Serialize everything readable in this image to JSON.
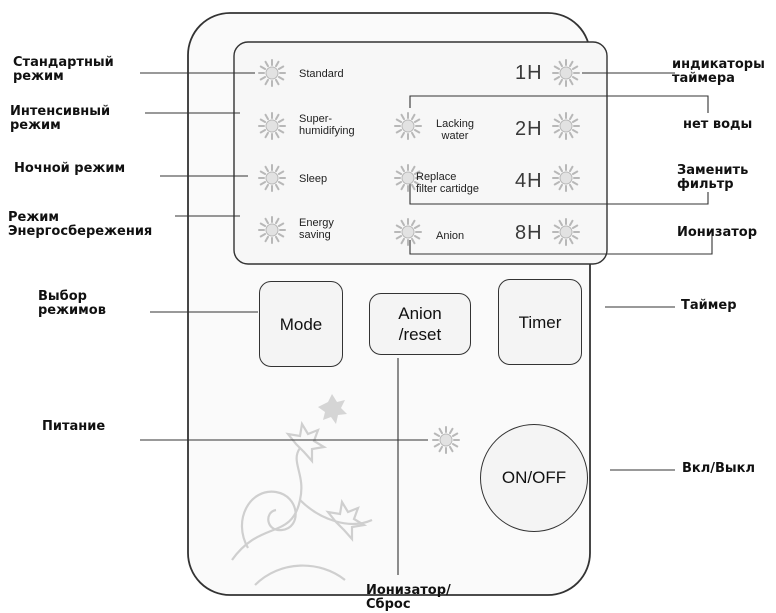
{
  "annotations": {
    "standard": "Стандартный\nрежим",
    "super": "Интенсивный\nрежим",
    "sleep": "Ночной режим",
    "energy": "Режим\nЭнергосбережения",
    "mode_select": "Выбор\nрежимов",
    "power": "Питание",
    "timer_indicators": "индикаторы\nтаймера",
    "no_water": "нет воды",
    "replace_filter": "Заменить\nфильтр",
    "ionizer": "Ионизатор",
    "timer": "Таймер",
    "on_off": "Вкл/Выкл",
    "ionizer_reset": "Ионизатор/\nСброс"
  },
  "panel": {
    "modes": [
      "Standard",
      "Super-\nhumidifying",
      "Sleep",
      "Energy\nsaving"
    ],
    "status": [
      "Lacking\nwater",
      "Replace\nfilter cartidge",
      "Anion"
    ],
    "timers": [
      "1H",
      "2H",
      "4H",
      "8H"
    ]
  },
  "buttons": {
    "mode": "Mode",
    "anion_reset": "Anion\n/reset",
    "timer": "Timer",
    "on_off": "ON/OFF"
  },
  "colors": {
    "indicator_ray": "#b8b8b8",
    "indicator_core": "#e2e2e2",
    "outline": "#333333",
    "decoration": "#c8c8c8"
  }
}
